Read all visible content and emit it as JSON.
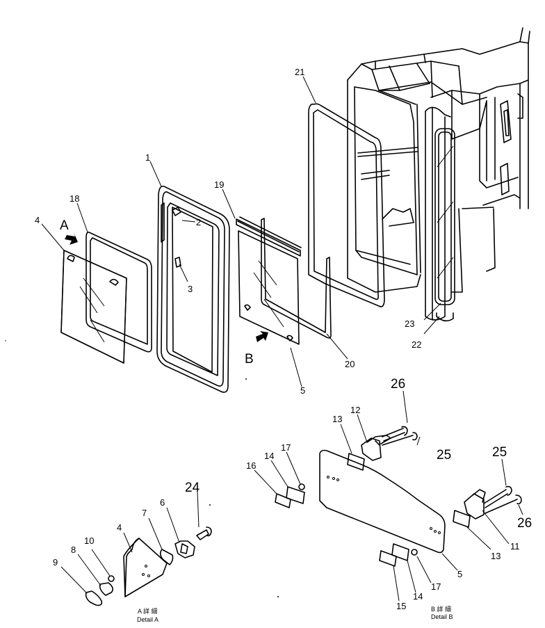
{
  "callouts": {
    "c1": "1",
    "c2": "2",
    "c3": "3",
    "c4_main": "4",
    "c5_main": "5",
    "c18": "18",
    "c19": "19",
    "c20": "20",
    "c21": "21",
    "c22": "22",
    "c23": "23",
    "view_a": "A",
    "view_b": "B",
    "da_24": "24",
    "da_4": "4",
    "da_6": "6",
    "da_7": "7",
    "da_8": "8",
    "da_9": "9",
    "da_10": "10",
    "db_26a": "26",
    "db_26b": "26",
    "db_25a": "25",
    "db_25b": "25",
    "db_12": "12",
    "db_13a": "13",
    "db_13b": "13",
    "db_11": "11",
    "db_5": "5",
    "db_17a": "17",
    "db_17b": "17",
    "db_14a": "14",
    "db_14b": "14",
    "db_16": "16",
    "db_15": "15"
  },
  "detail_a": {
    "cjk": "A 詳 細",
    "label": "Detail A"
  },
  "detail_b": {
    "cjk": "B 詳 細",
    "label": "Detail B"
  }
}
